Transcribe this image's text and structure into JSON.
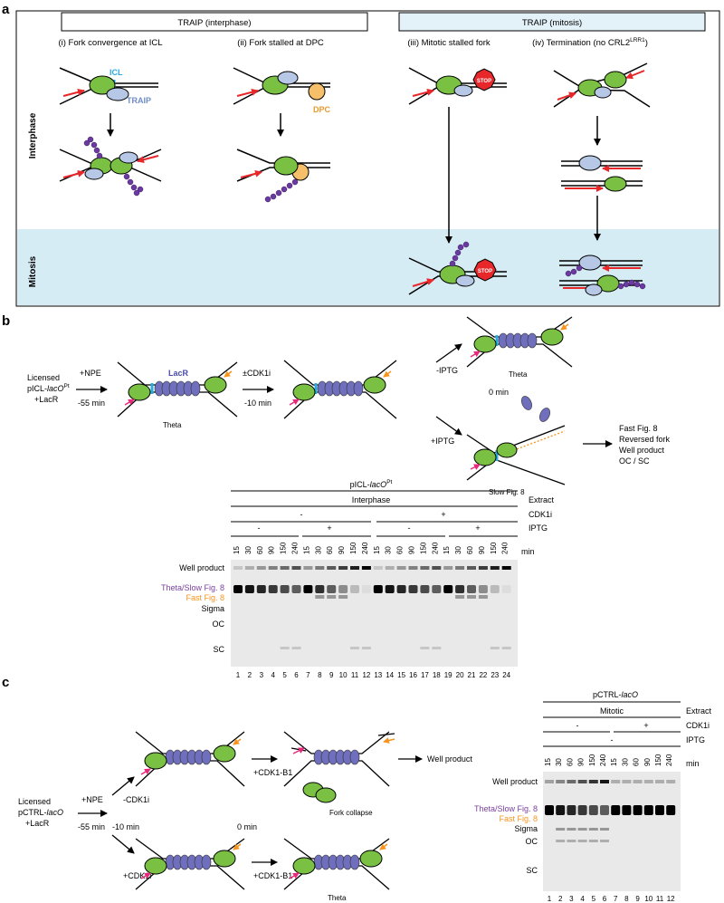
{
  "panel_a": {
    "label": "a",
    "header_interphase": "TRAIP (interphase)",
    "header_mitosis": "TRAIP (mitosis)",
    "titles": [
      "(i) Fork convergence at ICL",
      "(ii) Fork stalled at DPC",
      "(iii) Mitotic stalled fork",
      "(iv) Termination (no CRL2"
    ],
    "sup_lrr1": "LRR1",
    "close_paren": ")",
    "side_interphase": "Interphase",
    "side_mitosis": "Mitosis",
    "lbl_icl": "ICL",
    "lbl_traip": "TRAIP",
    "lbl_dpc": "DPC",
    "lbl_stop": "STOP"
  },
  "panel_b": {
    "label": "b",
    "licensed": "Licensed",
    "plasmid_prefix": "pICL-",
    "plasmid_italic": "lacO",
    "plasmid_sup": "Pt",
    "plus_lacr": "+LacR",
    "plus_npe": "+NPE",
    "t55": "-55 min",
    "lacr": "LacR",
    "theta": "Theta",
    "cdk1i_pm": "±CDK1i",
    "t10": "-10 min",
    "minus_iptg": "-IPTG",
    "theta2": "Theta",
    "zero_min": "0 min",
    "plus_iptg": "+IPTG",
    "slow_fig8": "Slow Fig. 8",
    "products": [
      "Fast Fig. 8",
      "Reversed fork",
      "Well product",
      "OC / SC"
    ],
    "gel": {
      "title_prefix": "pICL-",
      "title_italic": "lacO",
      "title_sup": "Pt",
      "extract_state": "Interphase",
      "row_extract": "Extract",
      "row_cdk1i": "CDK1i",
      "row_iptg": "IPTG",
      "cdk_minus": "-",
      "cdk_plus": "+",
      "iptg_vals": [
        "-",
        "+",
        "-",
        "+"
      ],
      "times": [
        "15",
        "30",
        "60",
        "90",
        "150",
        "240",
        "15",
        "30",
        "60",
        "90",
        "150",
        "240",
        "15",
        "30",
        "60",
        "90",
        "150",
        "240",
        "15",
        "30",
        "60",
        "90",
        "150",
        "240"
      ],
      "min": "min",
      "bands": [
        "Well product",
        "Theta/Slow Fig. 8",
        "Fast Fig. 8",
        "Sigma",
        "OC",
        "SC"
      ],
      "lanes": [
        "1",
        "2",
        "3",
        "4",
        "5",
        "6",
        "7",
        "8",
        "9",
        "10",
        "11",
        "12",
        "13",
        "14",
        "15",
        "16",
        "17",
        "18",
        "19",
        "20",
        "21",
        "22",
        "23",
        "24"
      ]
    }
  },
  "panel_c": {
    "label": "c",
    "licensed": "Licensed",
    "plasmid_prefix": "pCTRL-",
    "plasmid_italic": "lacO",
    "plus_lacr": "+LacR",
    "plus_npe": "+NPE",
    "t55": "-55 min",
    "t10": "-10 min",
    "zero_min": "0 min",
    "minus_cdk1i": "-CDK1i",
    "plus_cdk1i": "+CDK1i",
    "plus_cdk1b1_top": "+CDK1-B1",
    "plus_cdk1b1_bottom": "+CDK1-B1",
    "fork_collapse": "Fork collapse",
    "well_product": "Well product",
    "theta": "Theta",
    "gel": {
      "title_prefix": "pCTRL-",
      "title_italic": "lacO",
      "extract_state": "Mitotic",
      "row_extract": "Extract",
      "row_cdk1i": "CDK1i",
      "row_iptg": "IPTG",
      "cdk_vals": [
        "-",
        "+"
      ],
      "iptg_val": "-",
      "times": [
        "15",
        "30",
        "60",
        "90",
        "150",
        "240",
        "15",
        "30",
        "60",
        "90",
        "150",
        "240"
      ],
      "min": "min",
      "bands": [
        "Well product",
        "Theta/Slow Fig. 8",
        "Fast Fig. 8",
        "Sigma",
        "OC",
        "SC"
      ],
      "lanes": [
        "1",
        "2",
        "3",
        "4",
        "5",
        "6",
        "7",
        "8",
        "9",
        "10",
        "11",
        "12"
      ]
    }
  },
  "colors": {
    "cmg_green": "#7ac143",
    "traip_blue": "#b7c7e6",
    "ub_purple": "#6a3aa0",
    "arrow_red": "#e8272b",
    "dpc_orange": "#f6bf6a",
    "lacr_purple": "#6f6fbd",
    "icl_cyan": "#29abe2",
    "mitosis_bg": "#d6ecf4",
    "label_purple": "#7b3fa0",
    "label_orange": "#f7941d"
  }
}
